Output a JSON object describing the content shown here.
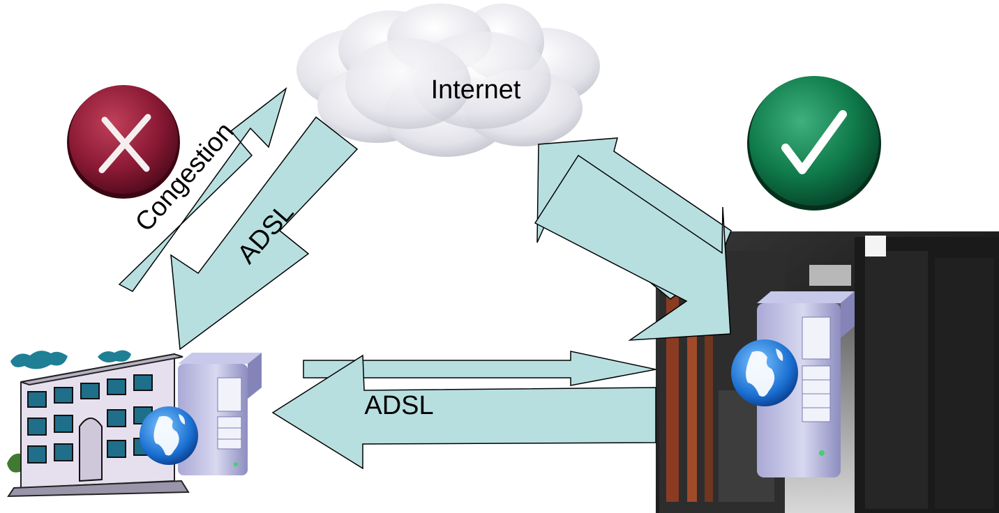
{
  "labels": {
    "cloud": "Internet",
    "congestion": "Congestion",
    "adsl_diagonal": "ADSL",
    "adsl_horizontal": "ADSL"
  },
  "icons": {
    "error": "x-icon",
    "success": "check-icon",
    "cloud": "cloud-icon",
    "office": "office-building-icon",
    "datacenter": "datacenter-photo",
    "server": "server-icon",
    "globe": "globe-icon"
  },
  "colors": {
    "arrow_fill": "#b8dfe0",
    "arrow_stroke": "#000000",
    "error_red": "#8c1a35",
    "success_green": "#0f7a4a",
    "cloud_gray": "#dcdce6"
  }
}
